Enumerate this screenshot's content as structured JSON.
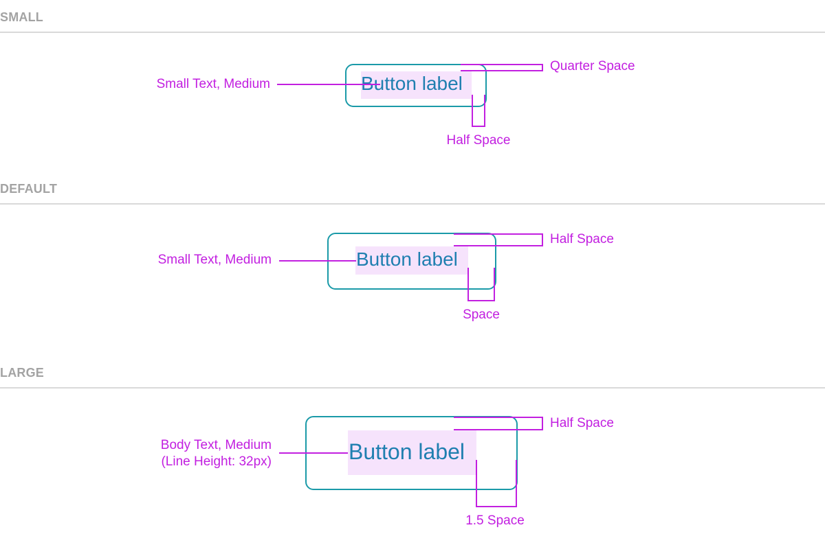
{
  "sections": {
    "small": {
      "title": "SMALL",
      "button_label": "Button label",
      "text_spec": "Small Text, Medium",
      "vertical_padding": "Quarter Space",
      "horizontal_padding": "Half Space"
    },
    "default": {
      "title": "DEFAULT",
      "button_label": "Button label",
      "text_spec": "Small Text, Medium",
      "vertical_padding": "Half Space",
      "horizontal_padding": "Space"
    },
    "large": {
      "title": "LARGE",
      "button_label": "Button label",
      "text_spec_line1": "Body Text, Medium",
      "text_spec_line2": "(Line Height: 32px)",
      "vertical_padding": "Half Space",
      "horizontal_padding": "1.5 Space"
    }
  },
  "colors": {
    "button_border": "#1a9aa8",
    "button_text": "#1f7fb0",
    "label_highlight": "#f6e3fc",
    "annotation": "#c21fe0",
    "section_title": "#a3a3a3",
    "divider": "#d9d9d9"
  }
}
